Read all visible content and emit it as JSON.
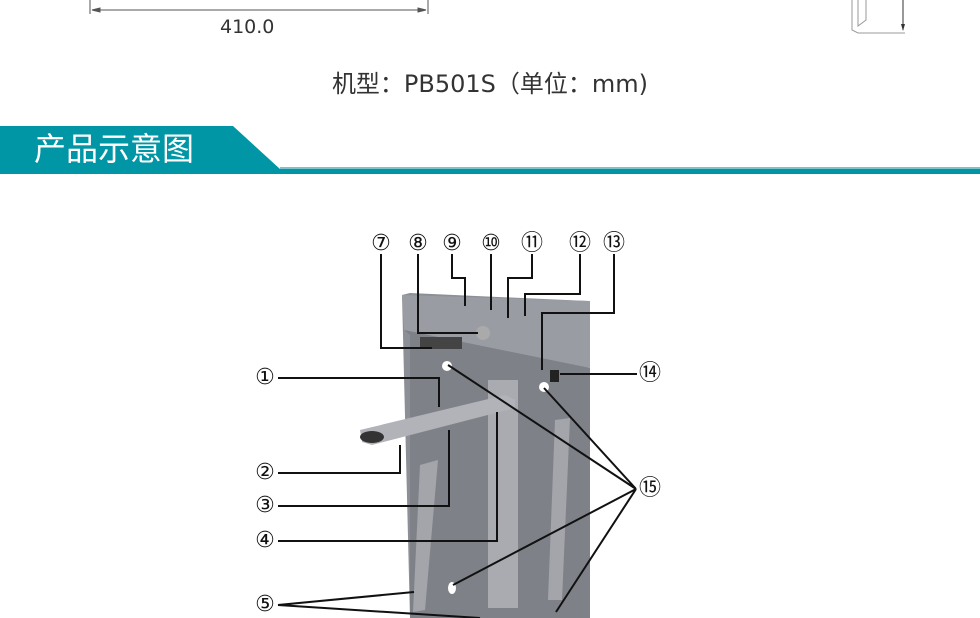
{
  "dimension": {
    "value": "410.0"
  },
  "caption": "机型：PB501S（单位：mm)",
  "section": {
    "title": "产品示意图",
    "color": "#0096a6"
  },
  "diagram": {
    "callouts": [
      "①",
      "②",
      "③",
      "④",
      "⑤",
      "⑦",
      "⑧",
      "⑨",
      "⑩",
      "⑪",
      "⑫",
      "⑬",
      "⑭",
      "⑮"
    ]
  }
}
